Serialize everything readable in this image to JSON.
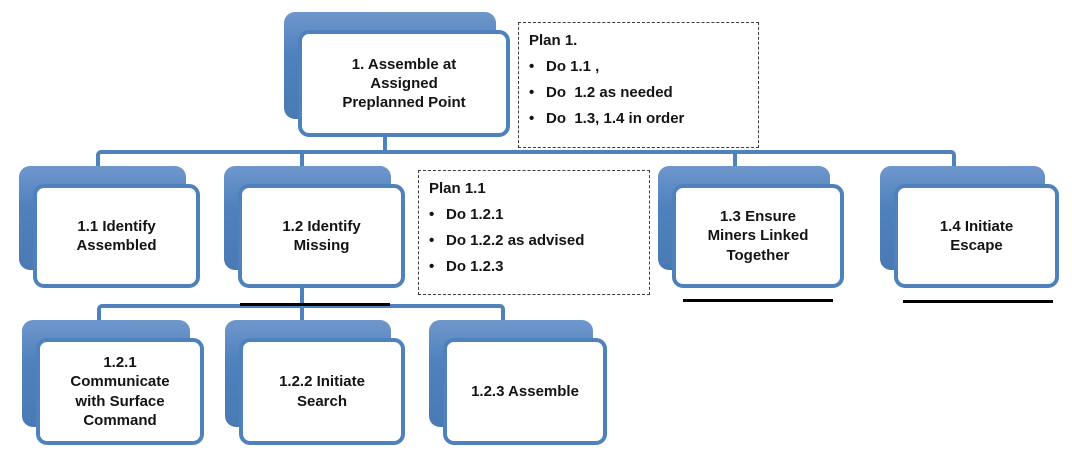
{
  "colors": {
    "accent": "#4f81bd",
    "underline": "#000000",
    "text": "#141414"
  },
  "bullet_char": "•",
  "nodes": {
    "n1": {
      "label": "1. Assemble at\nAssigned\nPreplanned Point"
    },
    "n1_1": {
      "label": "1.1 Identify\nAssembled"
    },
    "n1_2": {
      "label": "1.2 Identify\nMissing"
    },
    "n1_3": {
      "label": "1.3 Ensure\nMiners Linked\nTogether"
    },
    "n1_4": {
      "label": "1.4 Initiate\nEscape"
    },
    "n1_2_1": {
      "label": "1.2.1\nCommunicate\nwith Surface\nCommand"
    },
    "n1_2_2": {
      "label": "1.2.2 Initiate\nSearch"
    },
    "n1_2_3": {
      "label": "1.2.3 Assemble"
    }
  },
  "plans": {
    "plan1": {
      "heading": "Plan 1.",
      "bullets": [
        "Do 1.1 ,",
        "Do  1.2 as needed",
        "Do  1.3, 1.4 in order"
      ]
    },
    "plan1_1": {
      "heading": "Plan 1.1",
      "bullets": [
        "Do 1.2.1",
        "Do 1.2.2 as advised",
        "Do 1.2.3"
      ]
    }
  }
}
